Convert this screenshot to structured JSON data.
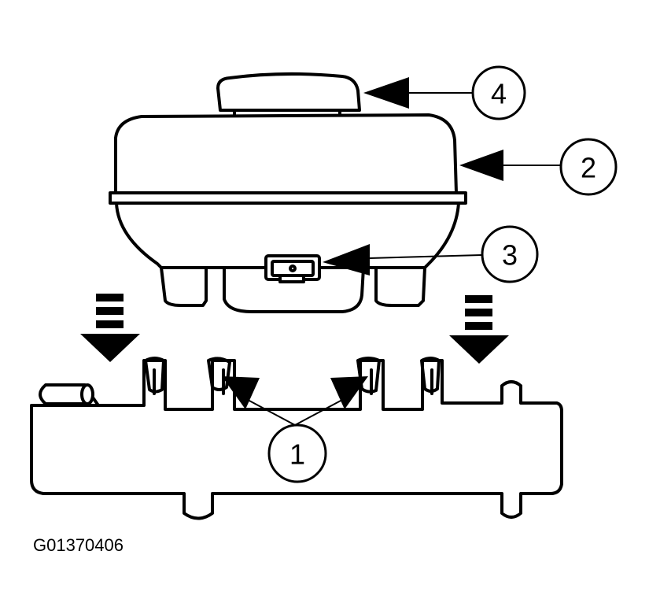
{
  "callouts": {
    "c1": "1",
    "c2": "2",
    "c3": "3",
    "c4": "4"
  },
  "figure_code": "G01370406",
  "colors": {
    "line": "#000000",
    "background": "#ffffff"
  }
}
